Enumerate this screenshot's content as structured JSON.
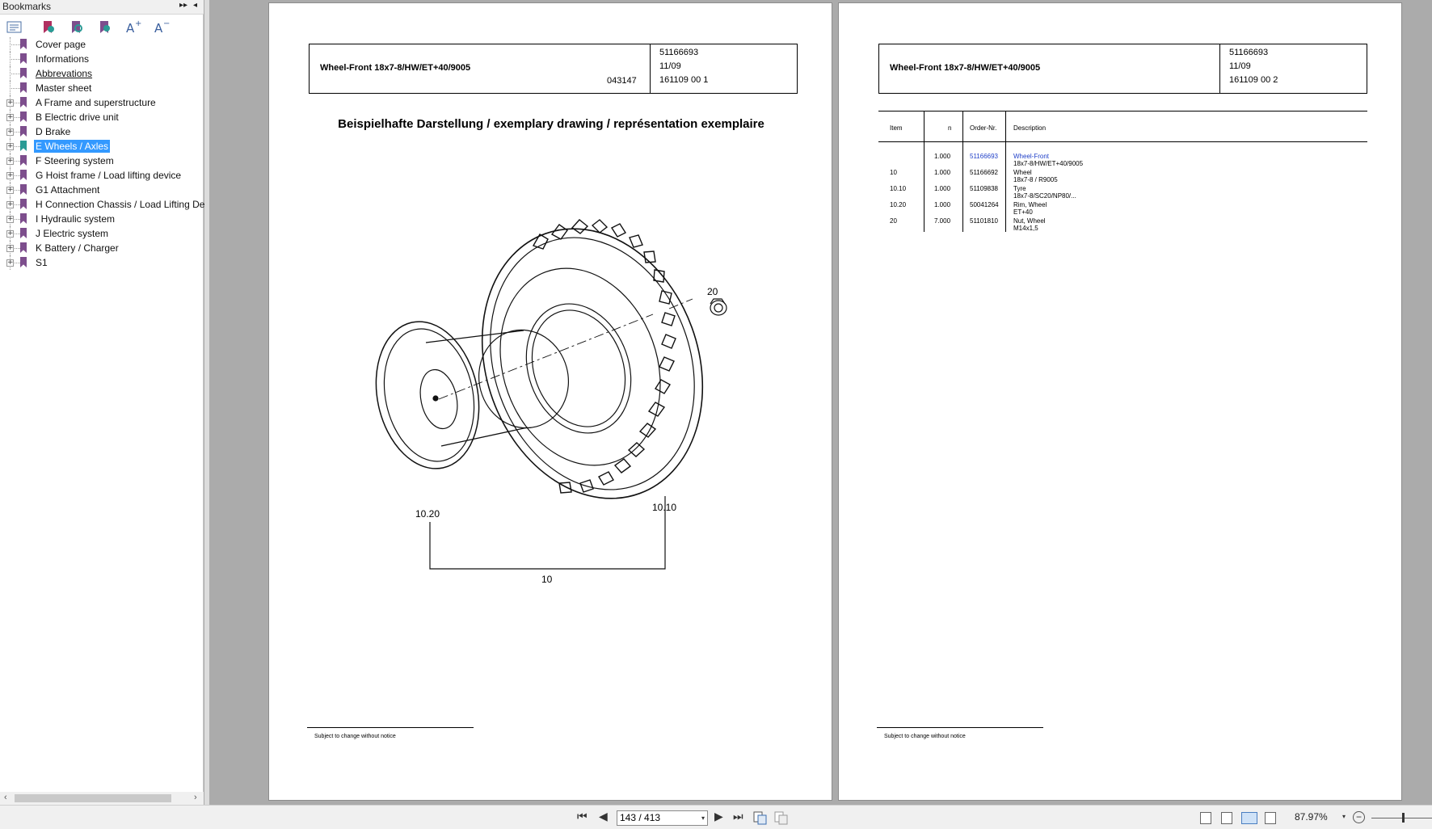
{
  "sidebar": {
    "title": "Bookmarks",
    "header_buttons": {
      "expand": "▸▸",
      "collapse": "◂"
    },
    "toolbar": [
      "bookmark-options",
      "add-bookmark",
      "find-bookmark",
      "expand-bookmark",
      "enlarge-text",
      "reduce-text"
    ],
    "items": [
      {
        "label": "Cover page",
        "expandable": false,
        "link": false,
        "selected": false
      },
      {
        "label": "Informations",
        "expandable": false,
        "link": false,
        "selected": false
      },
      {
        "label": "Abbrevations",
        "expandable": false,
        "link": true,
        "selected": false
      },
      {
        "label": "Master sheet",
        "expandable": false,
        "link": false,
        "selected": false
      },
      {
        "label": "A Frame and superstructure",
        "expandable": true,
        "link": false,
        "selected": false
      },
      {
        "label": "B Electric drive unit",
        "expandable": true,
        "link": false,
        "selected": false
      },
      {
        "label": "D Brake",
        "expandable": true,
        "link": false,
        "selected": false
      },
      {
        "label": "E Wheels / Axles",
        "expandable": true,
        "link": false,
        "selected": true
      },
      {
        "label": "F Steering system",
        "expandable": true,
        "link": false,
        "selected": false
      },
      {
        "label": "G Hoist frame / Load lifting device",
        "expandable": true,
        "link": false,
        "selected": false
      },
      {
        "label": "G1 Attachment",
        "expandable": true,
        "link": false,
        "selected": false
      },
      {
        "label": "H Connection Chassis / Load Lifting De",
        "expandable": true,
        "link": false,
        "selected": false
      },
      {
        "label": "I Hydraulic system",
        "expandable": true,
        "link": false,
        "selected": false
      },
      {
        "label": "J Electric system",
        "expandable": true,
        "link": false,
        "selected": false
      },
      {
        "label": "K Battery / Charger",
        "expandable": true,
        "link": false,
        "selected": false
      },
      {
        "label": "S1",
        "expandable": true,
        "link": false,
        "selected": false
      }
    ],
    "expand_glyph": "+"
  },
  "page_left": {
    "header_title": "Wheel-Front 18x7-8/HW/ET+40/9005",
    "header_code": "043147",
    "header_right": [
      "51166693",
      "11/09",
      "161109 00 1"
    ],
    "drawing_title": "Beispielhafte Darstellung / exemplary drawing / représentation exemplaire",
    "callouts": {
      "nut": "20",
      "rim": "10.20",
      "tyre": "10.10",
      "wheel": "10"
    },
    "footer": "Subject to change without notice"
  },
  "page_right": {
    "header_title": "Wheel-Front 18x7-8/HW/ET+40/9005",
    "header_right": [
      "51166693",
      "11/09",
      "161109 00 2"
    ],
    "table_headers": {
      "item": "Item",
      "n": "n",
      "order": "Order-Nr.",
      "desc": "Description"
    },
    "rows": [
      {
        "item": "",
        "n": "1.000",
        "order": "51166693",
        "desc": [
          "Wheel-Front",
          "18x7-8/HW/ET+40/9005"
        ],
        "highlight": true
      },
      {
        "item": "10",
        "n": "1.000",
        "order": "51166692",
        "desc": [
          "Wheel",
          "18x7-8 / R9005"
        ],
        "highlight": false
      },
      {
        "item": "10.10",
        "n": "1.000",
        "order": "51109838",
        "desc": [
          "Tyre",
          "18x7-8/SC20/NP80/..."
        ],
        "highlight": false
      },
      {
        "item": "10.20",
        "n": "1.000",
        "order": "50041264",
        "desc": [
          "Rim, Wheel",
          "ET+40"
        ],
        "highlight": false
      },
      {
        "item": "20",
        "n": "7.000",
        "order": "51101810",
        "desc": [
          "Nut, Wheel",
          "M14x1,5"
        ],
        "highlight": false
      }
    ],
    "footer": "Subject to change without notice"
  },
  "statusbar": {
    "page_display": "143 / 413",
    "zoom": "87.97%",
    "zoom_minus": "−",
    "dropdown_glyph": "▾",
    "nav_icons": {
      "first": "⏮",
      "prev": "◀",
      "next": "▶",
      "last": "⏭"
    }
  },
  "colors": {
    "selection": "#3399ff",
    "bookmark_icon": "#7d4e8d",
    "bookmark_icon_selected": "#2a9b95",
    "link_blue": "#1f3fc8",
    "workspace": "#ababab"
  }
}
